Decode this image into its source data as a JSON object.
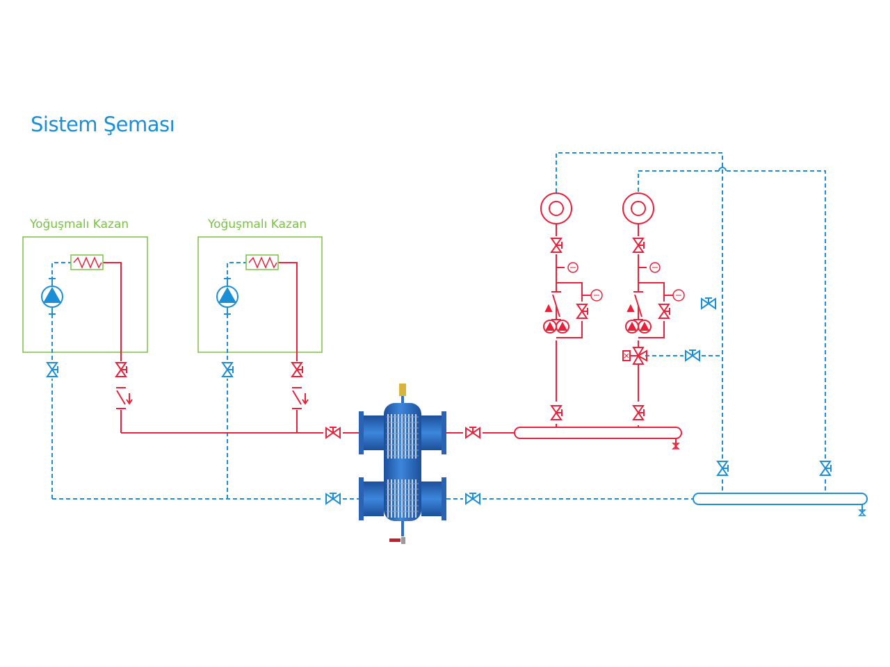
{
  "title": "Sistem Şeması",
  "boilers": [
    {
      "label": "Yoğuşmalı Kazan"
    },
    {
      "label": "Yoğuşmalı Kazan"
    }
  ],
  "colors": {
    "title": "#1a8fd6",
    "supply": "#e8203a",
    "return": "#1a8fd6",
    "boiler_frame": "#7ac143",
    "separator_body": "#2d6fc4"
  },
  "icons": [
    "circulation-pump-icon",
    "heat-exchanger-icon",
    "gate-valve-icon",
    "check-valve-icon",
    "pressure-gauge-icon",
    "thermometer-icon",
    "three-way-valve-icon",
    "drain-valve-icon",
    "expansion-tank-icon",
    "air-vent-icon"
  ]
}
